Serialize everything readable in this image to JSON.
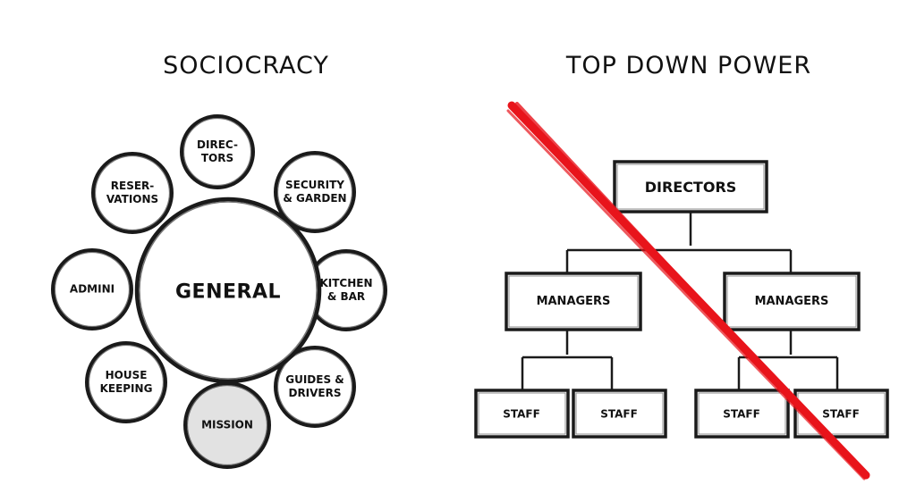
{
  "sociocracy": {
    "title": "SOCIOCRACY",
    "center": "GENERAL",
    "circles": [
      {
        "id": "directors",
        "line1": "DIREC-",
        "line2": "TORS"
      },
      {
        "id": "security",
        "line1": "SECURITY",
        "line2": "& GARDEN"
      },
      {
        "id": "kitchen",
        "line1": "KITCHEN",
        "line2": "& BAR"
      },
      {
        "id": "guides",
        "line1": "GUIDES &",
        "line2": "DRIVERS"
      },
      {
        "id": "mission",
        "line1": "MISSION",
        "line2": ""
      },
      {
        "id": "housekeeping",
        "line1": "HOUSE",
        "line2": "KEEPING"
      },
      {
        "id": "admini",
        "line1": "ADMINI",
        "line2": ""
      },
      {
        "id": "reservations",
        "line1": "RESER-",
        "line2": "VATIONS"
      }
    ],
    "highlight_color": "#e2e2e2"
  },
  "top_down": {
    "title": "TOP DOWN POWER",
    "top": "DIRECTORS",
    "middle": [
      "MANAGERS",
      "MANAGERS"
    ],
    "bottom": [
      "STAFF",
      "STAFF",
      "STAFF",
      "STAFF"
    ],
    "cross_color": "#e8141b"
  }
}
